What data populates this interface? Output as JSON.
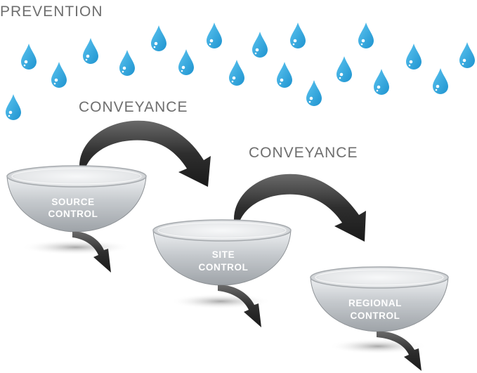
{
  "labels": {
    "prevention": "PREVENTION",
    "conveyance_1": "CONVEYANCE",
    "conveyance_2": "CONVEYANCE"
  },
  "bowls": [
    {
      "line1": "SOURCE",
      "line2": "CONTROL"
    },
    {
      "line1": "SITE",
      "line2": "CONTROL"
    },
    {
      "line1": "REGIONAL",
      "line2": "CONTROL"
    }
  ],
  "colors": {
    "raindrop": "#2aa7e0",
    "arrow": "#3a3a3a",
    "label": "#6e6e6e",
    "bowl": "#c8cbcf"
  }
}
